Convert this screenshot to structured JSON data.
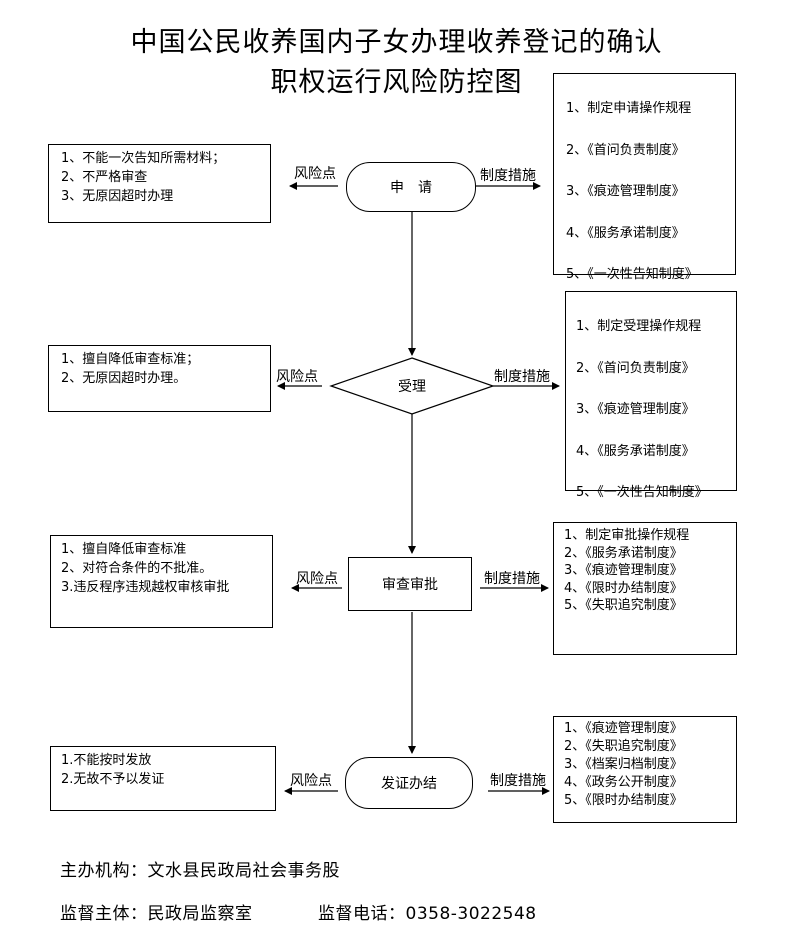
{
  "title": {
    "line1": "中国公民收养国内子女办理收养登记的确认",
    "line2": "职权运行风险防控图"
  },
  "steps": [
    {
      "name": "申　请",
      "risk_label": "风险点",
      "measure_label": "制度措施",
      "risks": [
        "1、不能一次告知所需材料；",
        "2、不严格审查",
        "3、无原因超时办理"
      ],
      "measures": [
        "1、制定申请操作规程",
        "2、《首问负责制度》",
        "3、《痕迹管理制度》",
        "4、《服务承诺制度》",
        "5、《一次性告知制度》"
      ]
    },
    {
      "name": "受理",
      "risk_label": "风险点",
      "measure_label": "制度措施",
      "risks": [
        "1、擅自降低审查标准；",
        "2、无原因超时办理。"
      ],
      "measures": [
        "1、制定受理操作规程",
        "2、《首问负责制度》",
        "3、《痕迹管理制度》",
        "4、《服务承诺制度》",
        "5、《一次性告知制度》"
      ]
    },
    {
      "name": "审查审批",
      "risk_label": "风险点",
      "measure_label": "制度措施",
      "risks": [
        "1、擅自降低审查标准",
        "2、对符合条件的不批准。",
        "3.违反程序违规越权审核审批"
      ],
      "measures": [
        "1、制定审批操作规程",
        "2、《服务承诺制度》",
        "3、《痕迹管理制度》",
        "4、《限时办结制度》",
        "5、《失职追究制度》"
      ]
    },
    {
      "name": "发证办结",
      "risk_label": "风险点",
      "measure_label": "制度措施",
      "risks": [
        "1.不能按时发放",
        "2.无故不予以发证"
      ],
      "measures": [
        "1、《痕迹管理制度》",
        "2、《失职追究制度》",
        "3、《档案归档制度》",
        "4、《政务公开制度》",
        "5、《限时办结制度》"
      ]
    }
  ],
  "footer": {
    "organizer": "主办机构：文水县民政局社会事务股",
    "supervisor": "监督主体：民政局监察室",
    "phone": "监督电话：0358-3022548"
  }
}
